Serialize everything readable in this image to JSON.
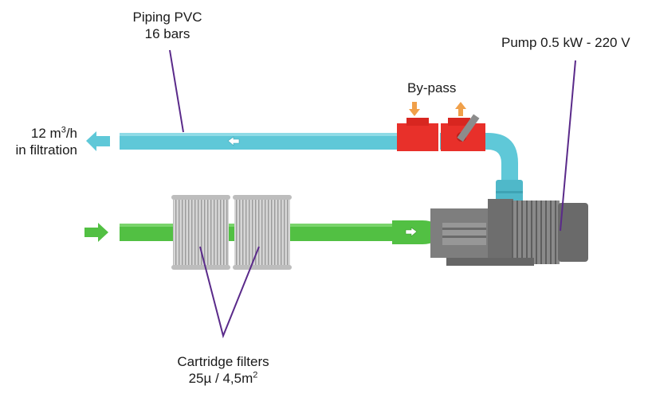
{
  "labels": {
    "piping": {
      "line1": "Piping PVC",
      "line2": "16 bars"
    },
    "pump": "Pump 0.5 kW - 220 V",
    "bypass": "By-pass",
    "flow": {
      "value": "12 m",
      "sup": "3",
      "unit": "/h",
      "line2": "in filtration"
    },
    "filters": {
      "line1": "Cartridge filters",
      "line2_a": "25µ / 4,5m",
      "line2_sup": "2"
    }
  },
  "colors": {
    "pipe_blue": "#5fc8d8",
    "pipe_green": "#52c043",
    "valve_red": "#e8302a",
    "arrow_orange": "#f0a04a",
    "pump_gray": "#7e7e7e",
    "filter_gray": "#c9c9c9",
    "callout_purple": "#5a2a8a"
  },
  "icons": {
    "outflow_arrow": "arrow-left-icon",
    "inflow_arrow": "arrow-right-icon",
    "bypass_in": "arrow-down-icon",
    "bypass_out": "arrow-up-icon"
  }
}
